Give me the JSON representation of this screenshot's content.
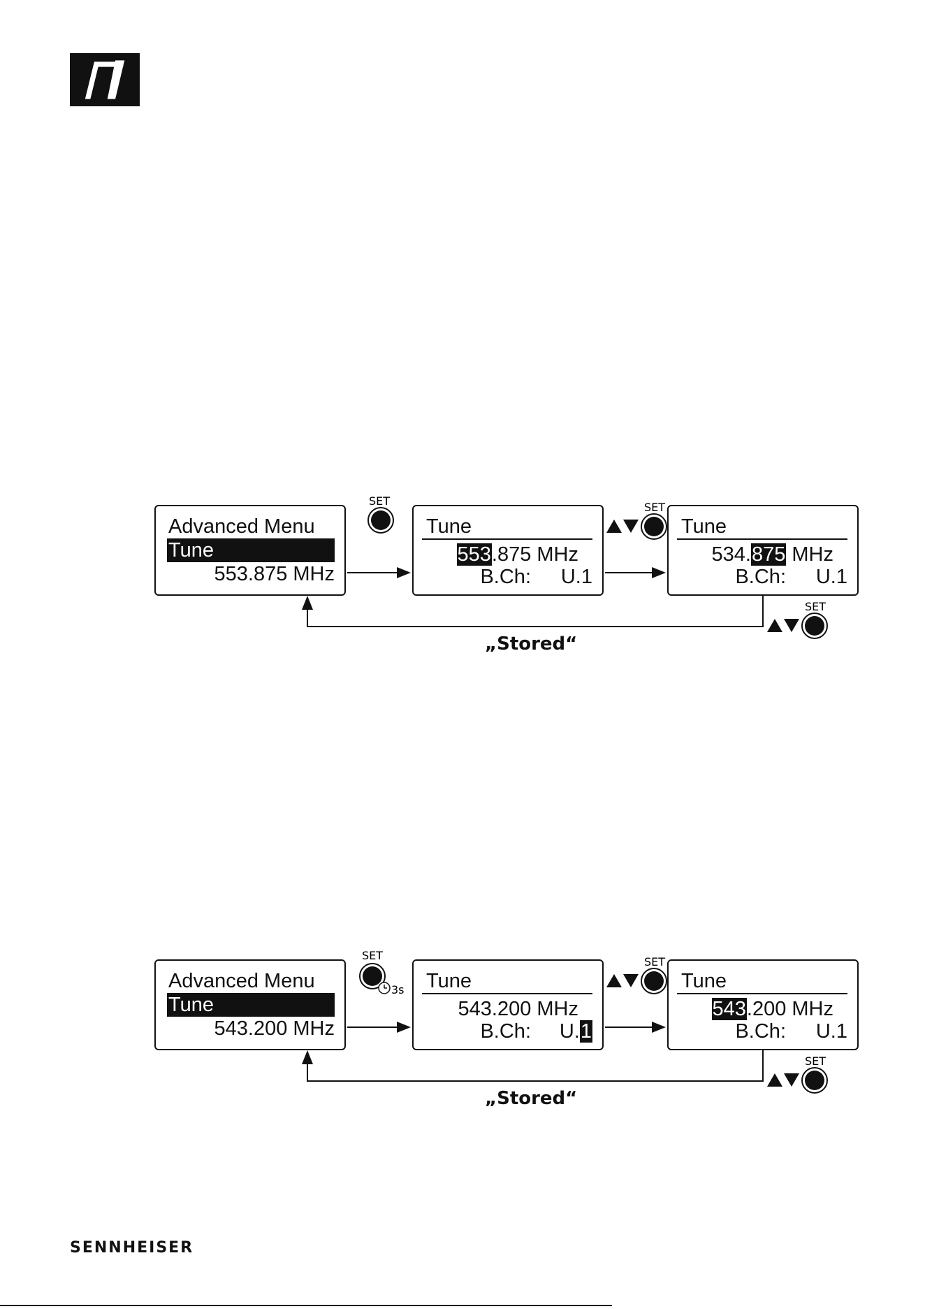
{
  "brand": {
    "name": "SENNHEISER"
  },
  "diagrams": [
    {
      "menu_screen": {
        "title": "Advanced Menu",
        "selected": "Tune",
        "value": "553.875 MHz"
      },
      "screen_b": {
        "title": "Tune",
        "freq_pre": "",
        "freq_hl": "553",
        "freq_post": ".875 MHz",
        "bch_label": "B.Ch:",
        "bch_pre": "U.1",
        "bch_hl": ""
      },
      "screen_c": {
        "title": "Tune",
        "freq_pre": "534.",
        "freq_hl": "875",
        "freq_post": " MHz",
        "bch_label": "B.Ch:",
        "bch_pre": "U.1",
        "bch_hl": ""
      },
      "step1": {
        "set": "SET",
        "hold": ""
      },
      "step2": {
        "set": "SET"
      },
      "step3": {
        "set": "SET"
      },
      "stored": "„Stored“"
    },
    {
      "menu_screen": {
        "title": "Advanced Menu",
        "selected": "Tune",
        "value": "543.200 MHz"
      },
      "screen_b": {
        "title": "Tune",
        "freq_pre": "543.200 MHz",
        "freq_hl": "",
        "freq_post": "",
        "bch_label": "B.Ch:",
        "bch_pre": "U.",
        "bch_hl": "1"
      },
      "screen_c": {
        "title": "Tune",
        "freq_pre": "",
        "freq_hl": "543",
        "freq_post": ".200 MHz",
        "bch_label": "B.Ch:",
        "bch_pre": "U.1",
        "bch_hl": ""
      },
      "step1": {
        "set": "SET",
        "hold": "3s"
      },
      "step2": {
        "set": "SET"
      },
      "step3": {
        "set": "SET"
      },
      "stored": "„Stored“"
    }
  ],
  "colors": {
    "ink": "#111111",
    "background": "#ffffff"
  },
  "icons": [
    "sennheiser-logo-icon",
    "set-button-icon",
    "up-arrow-icon",
    "down-arrow-icon",
    "timer-icon",
    "arrow-right-icon",
    "arrow-up-icon"
  ]
}
